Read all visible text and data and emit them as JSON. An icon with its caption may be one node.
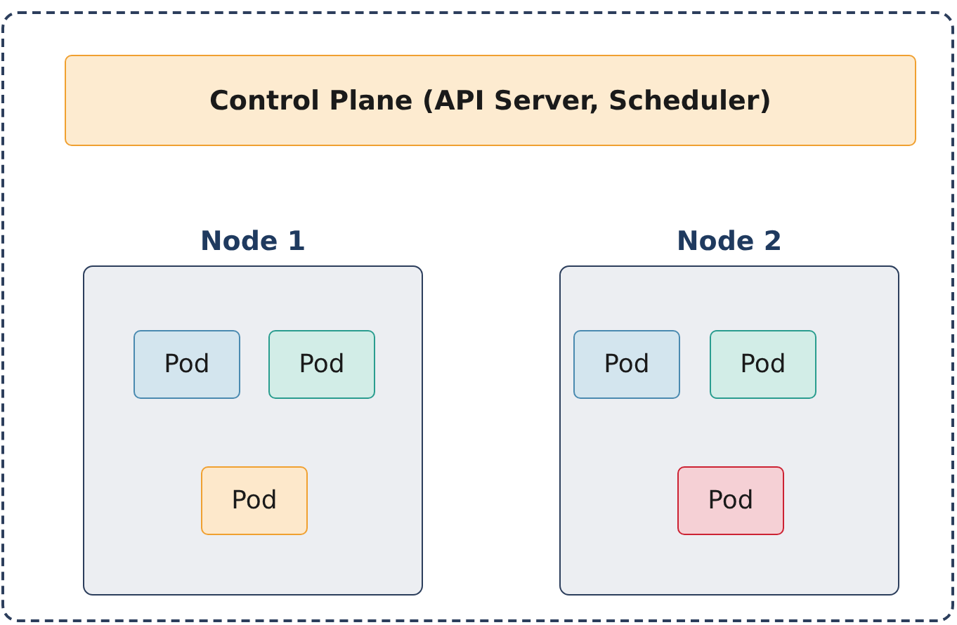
{
  "diagram": {
    "nodes": [
      {
        "text": [],
        "shape": "box"
      },
      {
        "text": [
          "Control Plane (API Server, Scheduler)"
        ],
        "in": 0
      },
      {
        "text": [
          "Node 1"
        ],
        "in": 0
      },
      {
        "text": [
          "Pod"
        ],
        "in": 2
      },
      {
        "text": [
          "Pod"
        ],
        "in": 2
      },
      {
        "text": [
          "Pod"
        ],
        "in": 2
      },
      {
        "text": [
          "Node 2"
        ],
        "in": 0
      },
      {
        "text": [
          "Pod"
        ],
        "in": 6
      },
      {
        "text": [
          "Pod"
        ],
        "in": 6
      },
      {
        "text": [
          "Pod"
        ],
        "in": 6
      }
    ],
    "edges": []
  }
}
